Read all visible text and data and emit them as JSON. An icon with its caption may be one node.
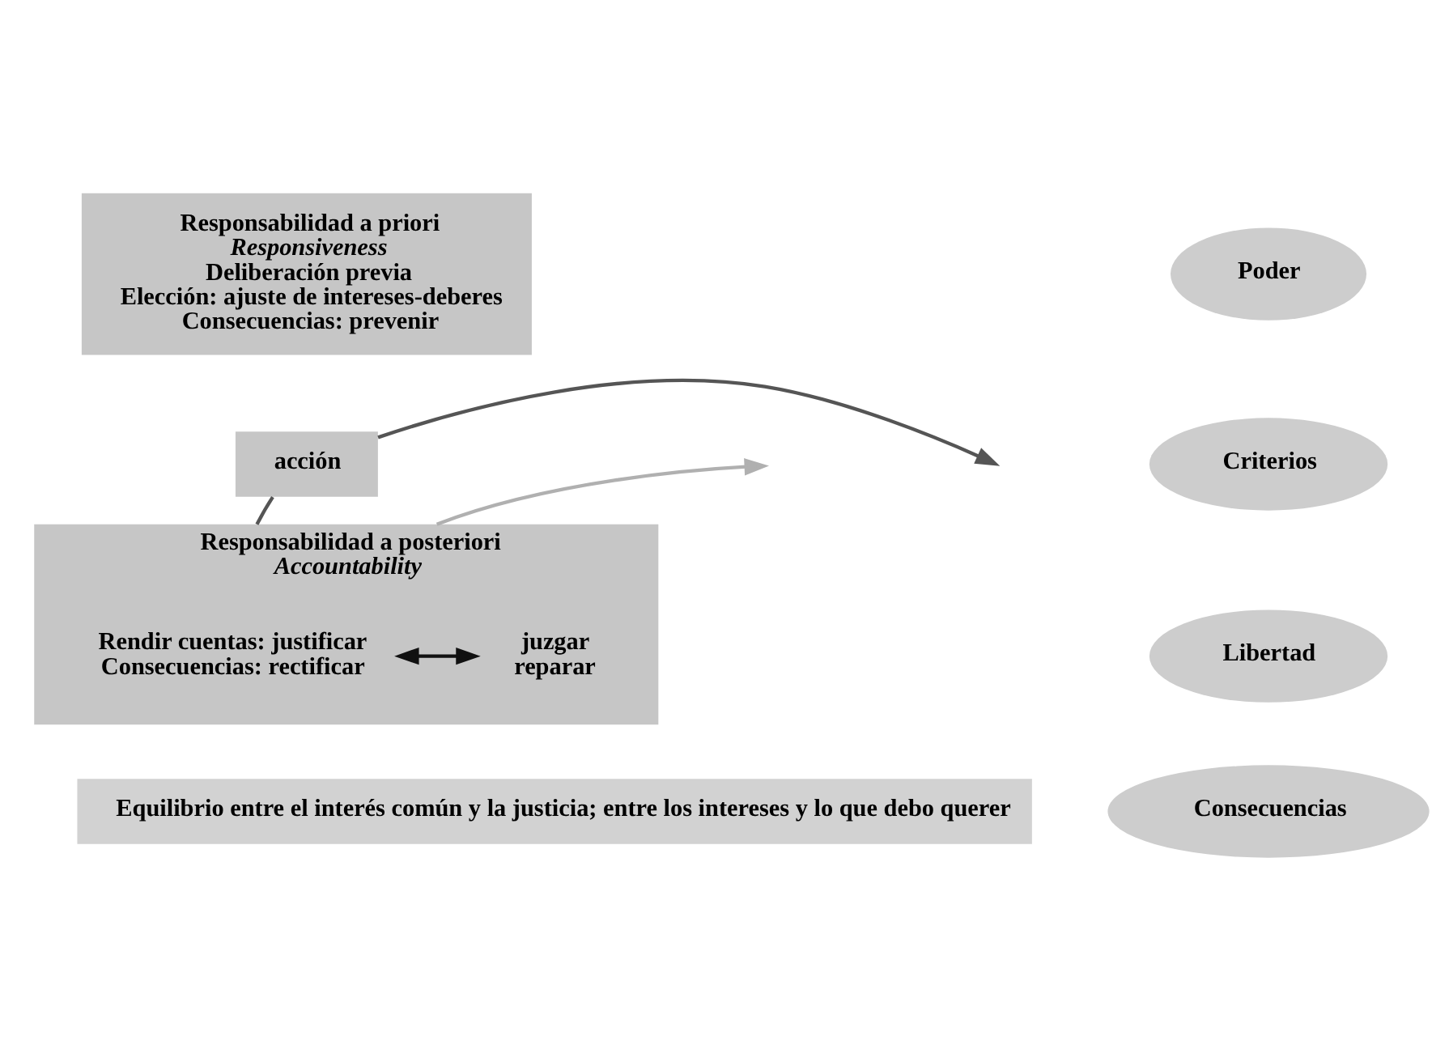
{
  "diagram": {
    "nodes": [
      {
        "text": [
          "Responsabilidad a priori",
          "Responsiveness",
          "Deliberación previa",
          "Elección: ajuste de intereses-deberes",
          "Consecuencias: prevenir"
        ]
      },
      {
        "text": [
          "acción"
        ]
      },
      {
        "text": [
          "Responsabilidad a posteriori",
          "Accountability"
        ]
      },
      {
        "text": [
          "Rendir cuentas: justificar",
          "Consecuencias: rectificar"
        ],
        "in": 2
      },
      {
        "text": [
          "juzgar",
          "reparar"
        ],
        "in": 2
      },
      {
        "text": [
          "Poder"
        ]
      },
      {
        "text": [
          "Criterios"
        ]
      },
      {
        "text": [
          "Libertad"
        ]
      },
      {
        "text": [
          "Consecuencias"
        ]
      },
      {
        "text": [
          "Equilibrio entre el interés común y la justicia; entre los intereses y lo que debo querer"
        ]
      }
    ],
    "edges": [
      {
        "from": 2,
        "to": 1,
        "arrow": "none",
        "color": "#555555"
      },
      {
        "from": 1,
        "to": null,
        "arrow": "to",
        "color": "#555555"
      },
      {
        "from": 2,
        "to": null,
        "arrow": "to",
        "color": "#b0b0b0"
      },
      {
        "from": 3,
        "to": 4,
        "arrow": "both"
      }
    ]
  }
}
